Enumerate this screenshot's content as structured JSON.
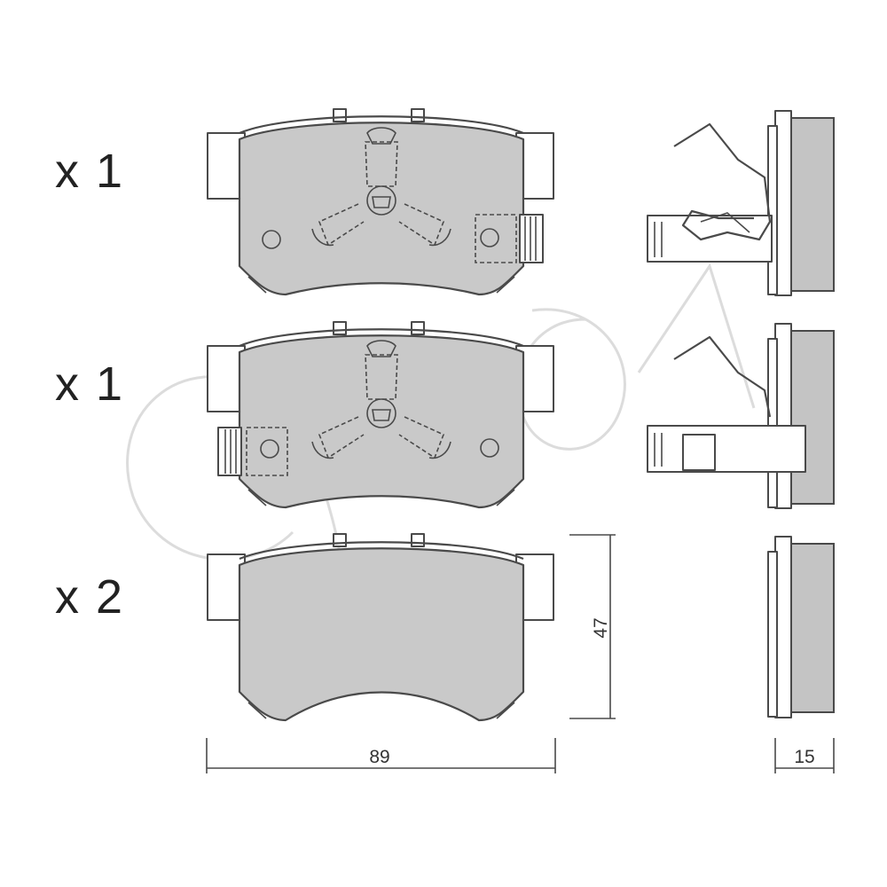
{
  "quantities": [
    {
      "label": "x 1"
    },
    {
      "label": "x 1"
    },
    {
      "label": "x 2"
    }
  ],
  "dimensions": {
    "width": "89",
    "height": "47",
    "thickness": "15"
  },
  "colors": {
    "pad_fill": "#c9c9c9",
    "line": "#4a4a4a",
    "watermark": "#dcdcdc"
  }
}
